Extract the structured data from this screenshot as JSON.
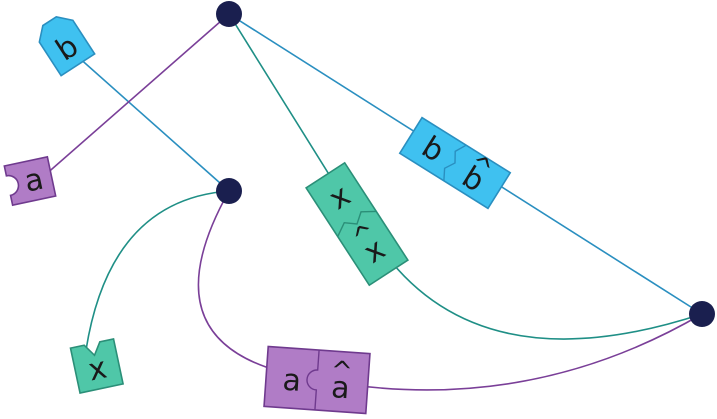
{
  "colors": {
    "node": "#1a1f4f",
    "teal_line": "#1f8f86",
    "blue_line": "#2a8fc0",
    "purple_line": "#7a3f98",
    "teal_fill": "#4fc7a8",
    "teal_edge": "#2b8f78",
    "blue_fill": "#3fc1f0",
    "blue_edge": "#2a8fc0",
    "purple_fill": "#b07cc6",
    "purple_edge": "#6f3a8e"
  },
  "nodes": [
    "top-node",
    "middle-node",
    "right-node"
  ],
  "tiles": {
    "b_single": {
      "symbol": "b",
      "color": "blue"
    },
    "a_single": {
      "symbol": "a",
      "color": "purple"
    },
    "x_single": {
      "symbol": "x",
      "color": "teal"
    },
    "b_pair": {
      "symbol": "b",
      "hat_symbol": "b",
      "hat": "^",
      "color": "blue"
    },
    "x_pair": {
      "symbol": "x",
      "hat_symbol": "x",
      "hat": "^",
      "color": "teal"
    },
    "a_pair": {
      "symbol": "a",
      "hat_symbol": "a",
      "hat": "^",
      "color": "purple"
    }
  }
}
